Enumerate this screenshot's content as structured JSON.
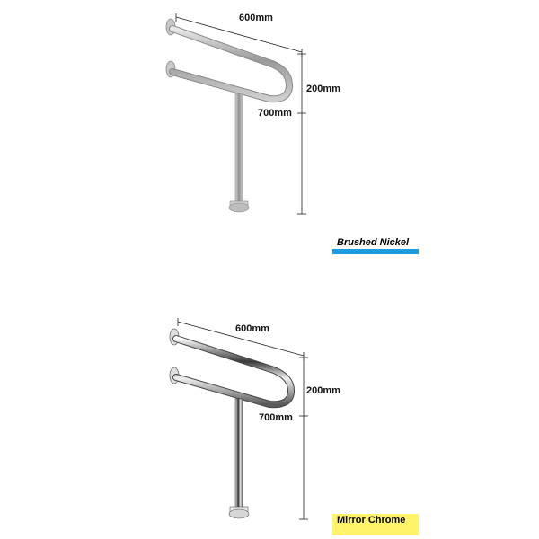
{
  "products": [
    {
      "finish_label": "Brushed Nickel",
      "label_color": "#1a9ee0",
      "dimensions": {
        "width": "600mm",
        "depth": "200mm",
        "height": "700mm"
      }
    },
    {
      "finish_label": "Mirror Chrome",
      "label_color": "#fff36a",
      "dimensions": {
        "width": "600mm",
        "depth": "200mm",
        "height": "700mm"
      }
    }
  ]
}
